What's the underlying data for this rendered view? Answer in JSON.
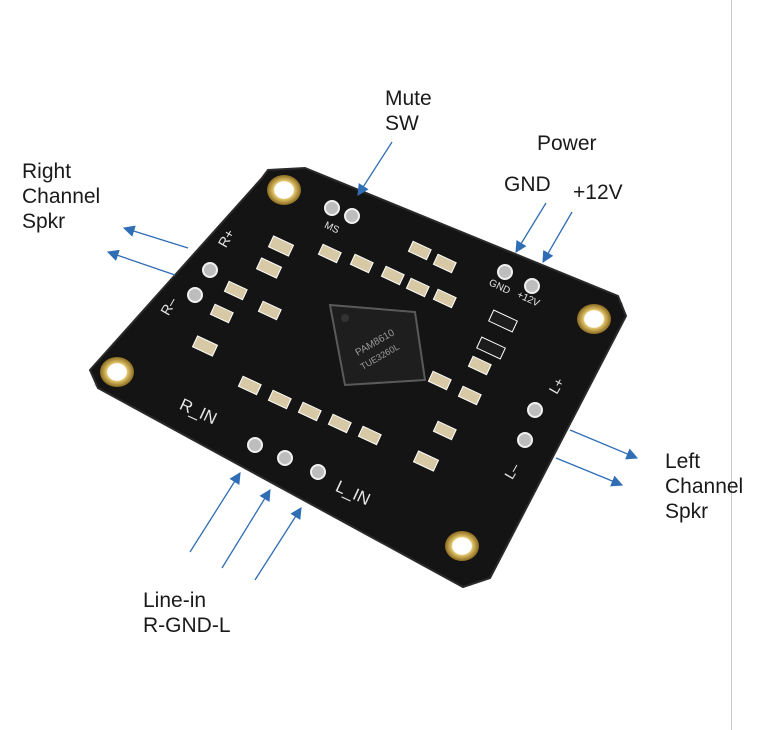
{
  "callouts": {
    "mute": [
      "Mute",
      "SW"
    ],
    "power": "Power",
    "gnd": "GND",
    "v12": "+12V",
    "right_speaker": [
      "Right",
      "Channel",
      "Spkr"
    ],
    "left_speaker": [
      "Left",
      "Channel",
      "Spkr"
    ],
    "line_in": [
      "Line-in",
      "R-GND-L"
    ]
  },
  "board": {
    "silkscreen": {
      "r_plus": "R+",
      "r_minus": "R–",
      "l_plus": "L+",
      "l_minus": "L–",
      "r_in": "R_IN",
      "l_in": "L_IN",
      "ms": "MS",
      "gnd": "GND",
      "v12": "+12V"
    },
    "chip_marking": [
      "PAM8610",
      "TUE3260L"
    ]
  },
  "colors": {
    "arrow": "#2f6db5",
    "board": "#141414",
    "silkscreen": "#e6e6e6",
    "text": "#1a1a1a",
    "gold": "#c8a24a"
  }
}
